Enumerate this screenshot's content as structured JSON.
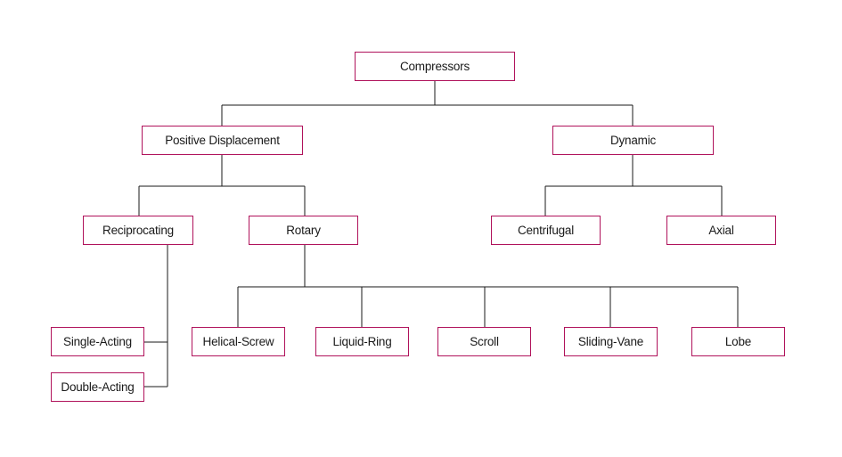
{
  "diagram": {
    "border_color": "#b0125b",
    "line_color": "#1a1a1a",
    "nodes": {
      "compressors": "Compressors",
      "positive_displacement": "Positive Displacement",
      "dynamic": "Dynamic",
      "reciprocating": "Reciprocating",
      "rotary": "Rotary",
      "centrifugal": "Centrifugal",
      "axial": "Axial",
      "single_acting": "Single-Acting",
      "double_acting": "Double-Acting",
      "helical_screw": "Helical-Screw",
      "liquid_ring": "Liquid-Ring",
      "scroll": "Scroll",
      "sliding_vane": "Sliding-Vane",
      "lobe": "Lobe"
    }
  }
}
